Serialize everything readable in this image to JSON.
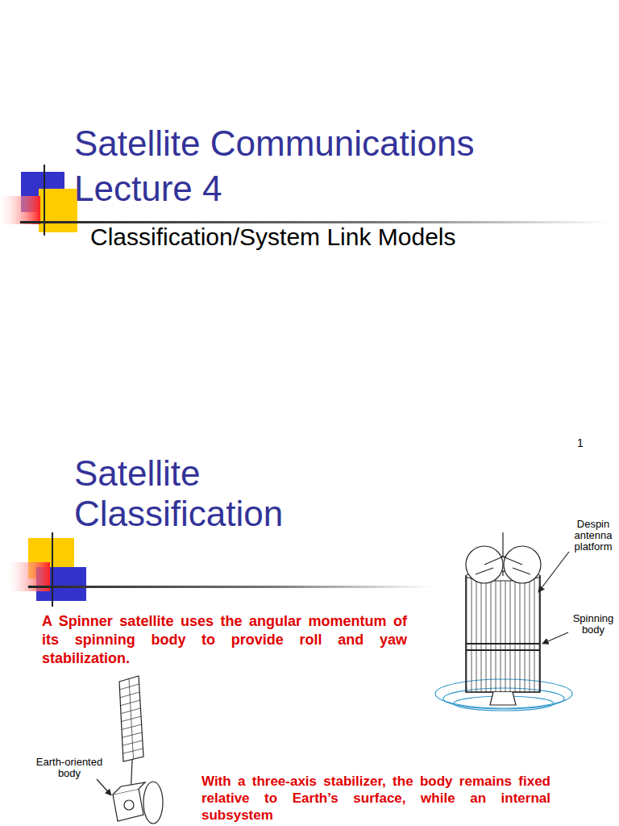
{
  "diagram": {
    "title": "Satellite Communications Lecture 4",
    "labels": [
      "Classification/System Link Models",
      "1",
      "Satellite Classification",
      "A Spinner satellite uses the angular momentum of its spinning body to provide roll and yaw stabilization.",
      "Despin antenna platform",
      "Spinning body",
      "Earth-oriented body",
      "With a three-axis stabilizer, the body remains fixed relative to Earth’s surface, while an internal subsystem"
    ]
  }
}
